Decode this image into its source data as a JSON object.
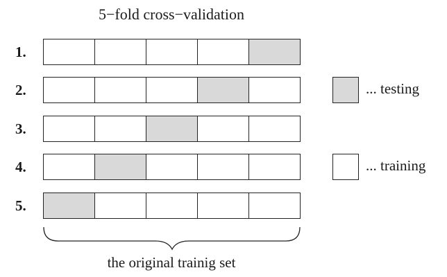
{
  "title": "5−fold cross−validation",
  "rows": [
    {
      "label": "1.",
      "testing_fold": 5
    },
    {
      "label": "2.",
      "testing_fold": 4
    },
    {
      "label": "3.",
      "testing_fold": 3
    },
    {
      "label": "4.",
      "testing_fold": 2
    },
    {
      "label": "5.",
      "testing_fold": 1
    }
  ],
  "folds_per_row": 5,
  "legend": {
    "testing": {
      "label": "... testing",
      "color": "#d9d9d9"
    },
    "training": {
      "label": "... training",
      "color": "#ffffff"
    }
  },
  "caption": "the original trainig set"
}
